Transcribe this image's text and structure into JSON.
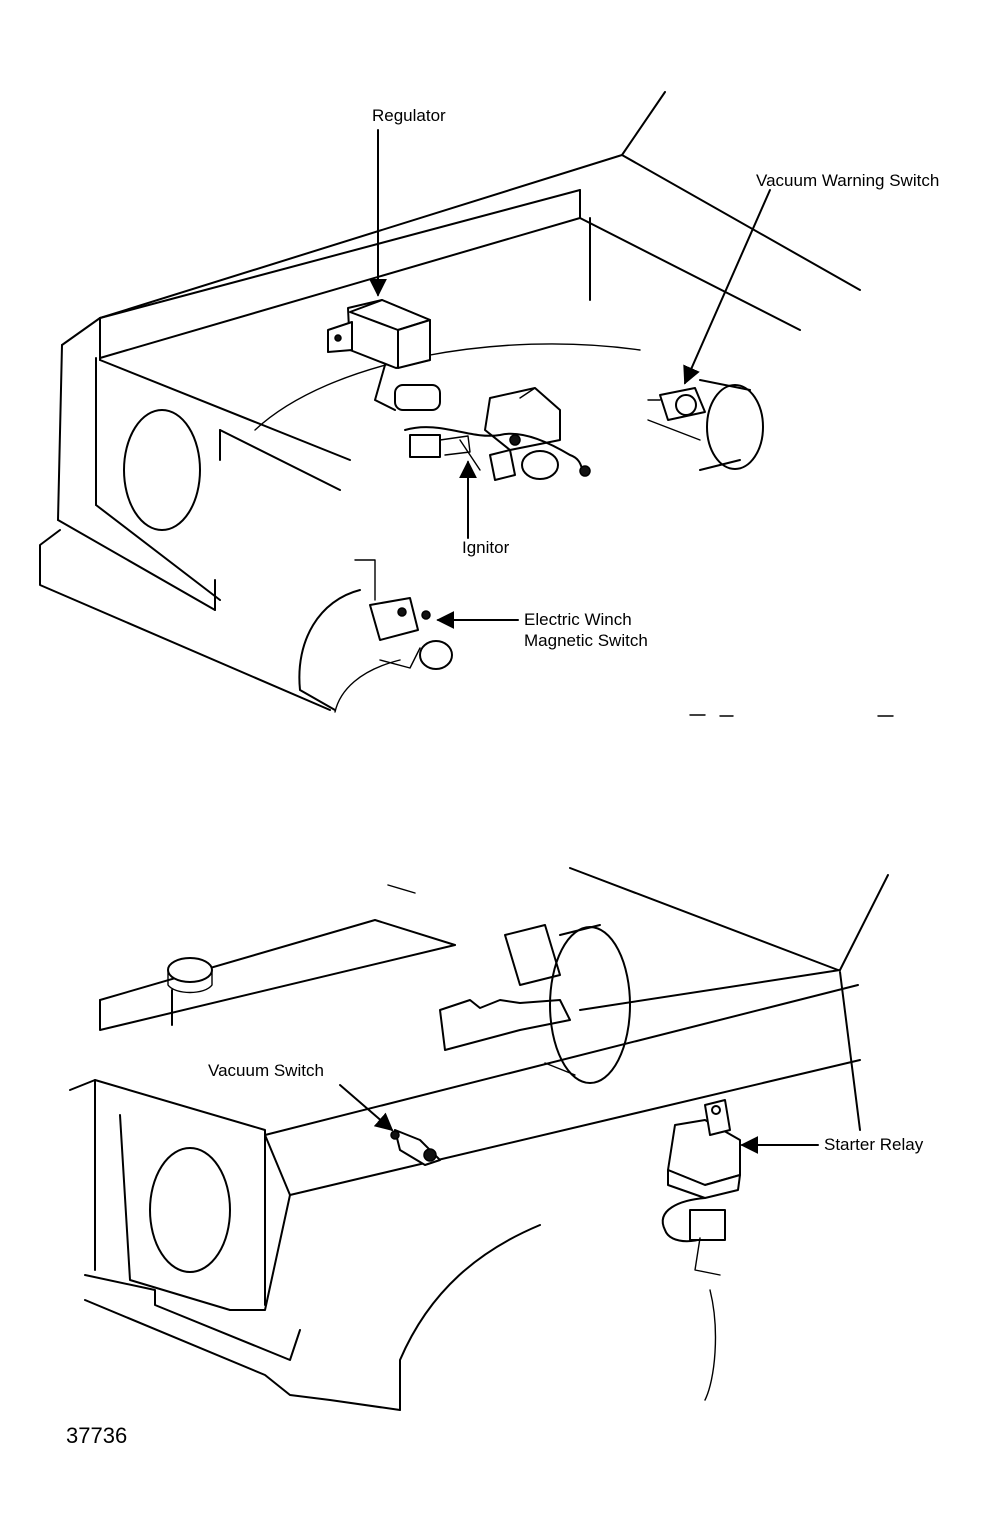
{
  "labels": {
    "regulator": "Regulator",
    "vacuum_warning_switch": "Vacuum Warning Switch",
    "ignitor": "Ignitor",
    "winch_line1": "Electric Winch",
    "winch_line2": "Magnetic Switch",
    "vacuum_switch": "Vacuum Switch",
    "starter_relay": "Starter Relay"
  },
  "figure_number": "37736",
  "style": {
    "ink": "#000000",
    "paper": "#ffffff"
  }
}
